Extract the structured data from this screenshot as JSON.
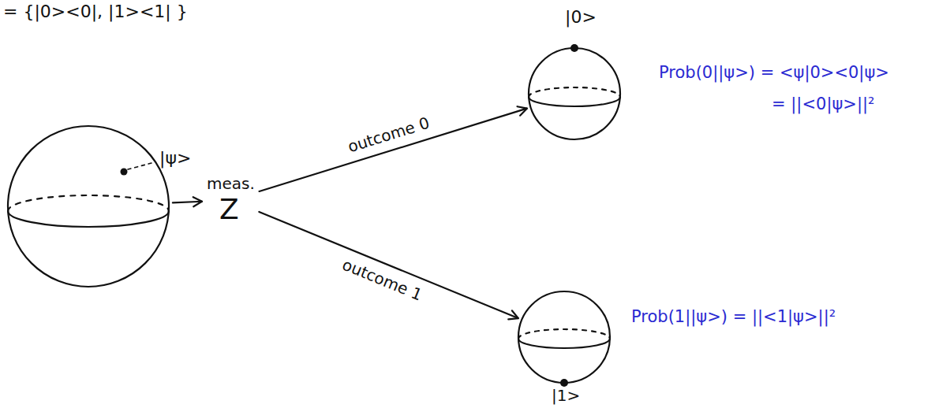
{
  "diagram": {
    "nodes": [
      {
        "text": [
          "|ψ>"
        ]
      },
      {
        "text": [
          "meas.",
          "Z"
        ]
      },
      {
        "text": [
          "|0>"
        ]
      },
      {
        "text": [
          "|1>"
        ]
      }
    ],
    "edges": [
      {
        "from": 0,
        "to": 1,
        "arrow": "to"
      },
      {
        "from": 1,
        "to": 2,
        "label": "outcome 0",
        "arrow": "to"
      },
      {
        "from": 1,
        "to": 3,
        "label": "outcome 1",
        "arrow": "to"
      }
    ],
    "labels": [
      "= {|0><0|, |1><1| }",
      "Prob(0||ψ>) = <ψ|0><0|ψ>",
      "= ||<0|ψ>||²",
      "Prob(1||ψ>) = ||<1|ψ>||²"
    ]
  }
}
